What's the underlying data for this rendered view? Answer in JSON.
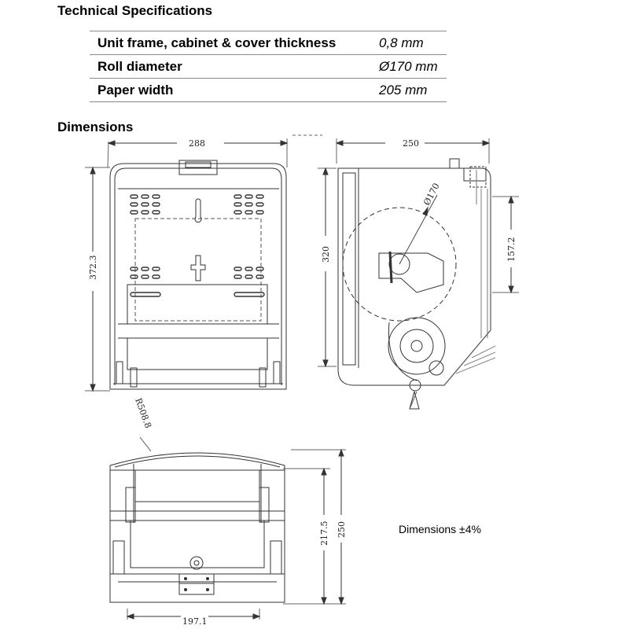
{
  "spec": {
    "title": "Technical Specifications",
    "rows": [
      {
        "label": "Unit frame, cabinet & cover thickness",
        "value": "0,8 mm"
      },
      {
        "label": "Roll diameter",
        "value": "Ø170 mm"
      },
      {
        "label": "Paper width",
        "value": "205 mm"
      }
    ]
  },
  "dimensions": {
    "title": "Dimensions",
    "tolerance": "Dimensions ±4%",
    "front": {
      "width": "288",
      "height": "372.3"
    },
    "side": {
      "width": "250",
      "height": "320",
      "roll": "Ø170",
      "offset": "157.2"
    },
    "bottom": {
      "radius": "R508.8",
      "height_inner": "217.5",
      "height_outer": "250",
      "width": "197.1"
    }
  }
}
